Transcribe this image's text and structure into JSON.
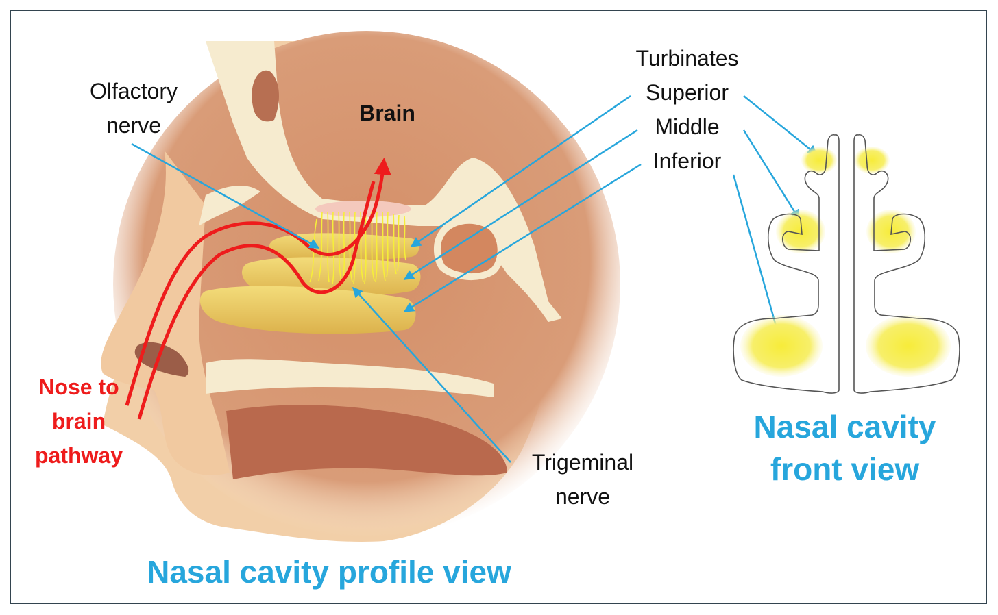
{
  "labels": {
    "olfactory": "Olfactory\nnerve",
    "brain": "Brain",
    "turbinates_title": "Turbinates",
    "superior": "Superior",
    "middle": "Middle",
    "inferior": "Inferior",
    "trigeminal": "Trigeminal\nnerve",
    "pathway": "Nose to\nbrain\npathway",
    "profile_view": "Nasal cavity profile view",
    "front_view": "Nasal cavity\nfront view"
  },
  "colors": {
    "border": "#33444f",
    "pointer_blue": "#27a6dc",
    "pathway_red": "#ee1c1c",
    "tissue": "#d99a76",
    "bone": "#f6ebcf",
    "turbinate_yellow": "#f3e35a",
    "title_blue": "#27a6dc"
  }
}
